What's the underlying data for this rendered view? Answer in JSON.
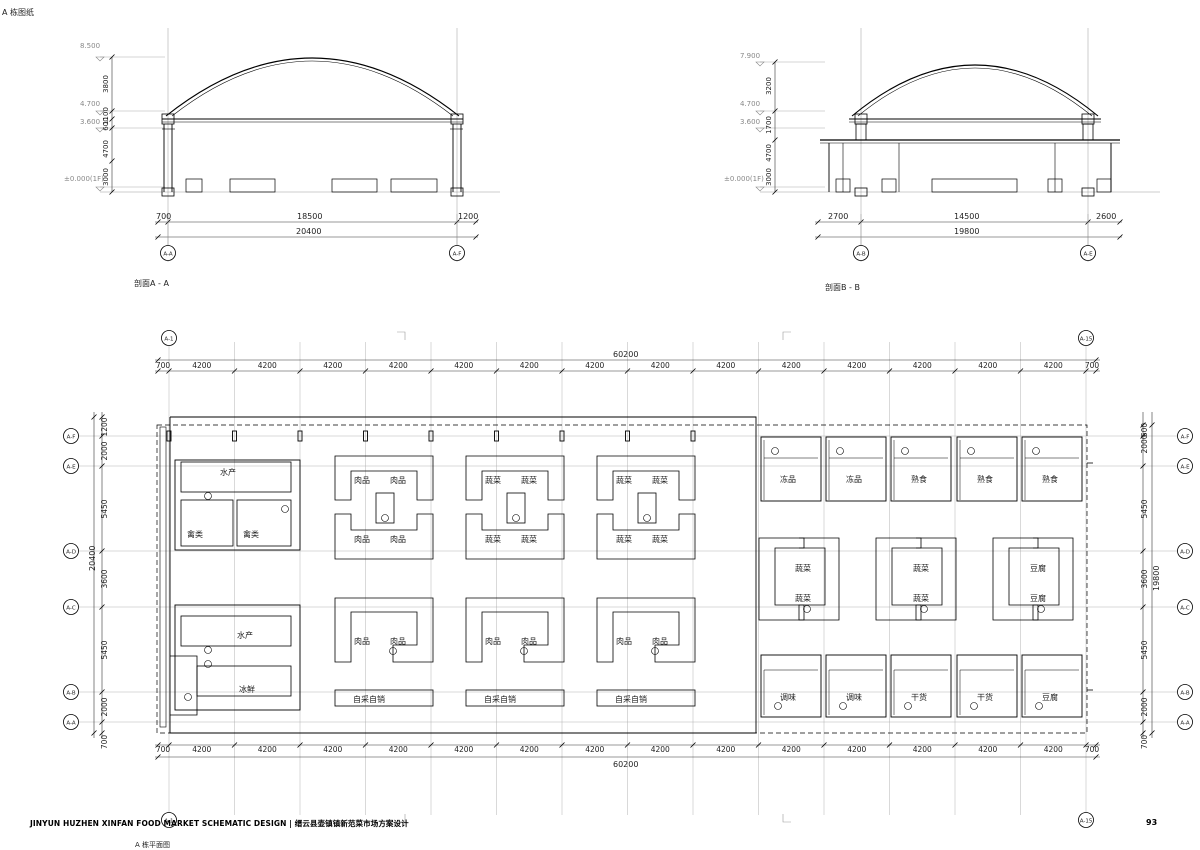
{
  "header": {
    "sheet_title": "A 栋图纸"
  },
  "section_aa": {
    "caption": "剖面A - A",
    "levels": [
      "8.500",
      "4.700",
      "3.600",
      "±0.000(1F)"
    ],
    "vertical_dims": [
      "3800",
      "1100",
      "600",
      "4700",
      "3000"
    ],
    "dims_row1": [
      "700",
      "18500",
      "1200"
    ],
    "dims_total": "20400",
    "axes": [
      "A-A",
      "A-F"
    ]
  },
  "section_bb": {
    "caption": "剖面B - B",
    "levels": [
      "7.900",
      "4.700",
      "3.600",
      "±0.000(1F)"
    ],
    "vertical_dims": [
      "3200",
      "1700",
      "4700",
      "3000"
    ],
    "dims_row1": [
      "2700",
      "14500",
      "2600"
    ],
    "dims_total": "19800",
    "axes": [
      "A-B",
      "A-E"
    ]
  },
  "plan": {
    "caption": "A 栋平面图",
    "top_axes": [
      "A-1",
      "A-15"
    ],
    "bottom_axes": [
      "A-1",
      "A-15"
    ],
    "total_width": "60200",
    "edge_dim": "700",
    "bay": "4200",
    "left_axes": [
      "A-F",
      "A-E",
      "A-D",
      "A-C",
      "A-B",
      "A-A"
    ],
    "right_axes": [
      "A-F",
      "A-E",
      "A-D",
      "A-C",
      "A-B",
      "A-A"
    ],
    "left_dims": [
      "1200",
      "2000",
      "5450",
      "3600",
      "5450",
      "2000",
      "700"
    ],
    "left_total": "20400",
    "right_dims": [
      "2000",
      "600",
      "5450",
      "3600",
      "5450",
      "2000",
      "700"
    ],
    "right_total": "19800",
    "rooms": {
      "aquatic": "水产",
      "poultry": "禽类",
      "meat": "肉品",
      "veg": "蔬菜",
      "frozen": "冻品",
      "cooked": "熟食",
      "tofu": "豆腐",
      "chilled": "冰鲜",
      "seasoning": "调味",
      "dry": "干货",
      "self_sale": "自采自销"
    }
  },
  "footer": {
    "left": "JINYUN HUZHEN XINFAN FOOD MARKET SCHEMATIC DESIGN   | 缙云县壶镇镇新范菜市场方案设计",
    "page": "93"
  },
  "colors": {
    "line": "#000000",
    "grid": "#888888",
    "dim": "#333333"
  }
}
